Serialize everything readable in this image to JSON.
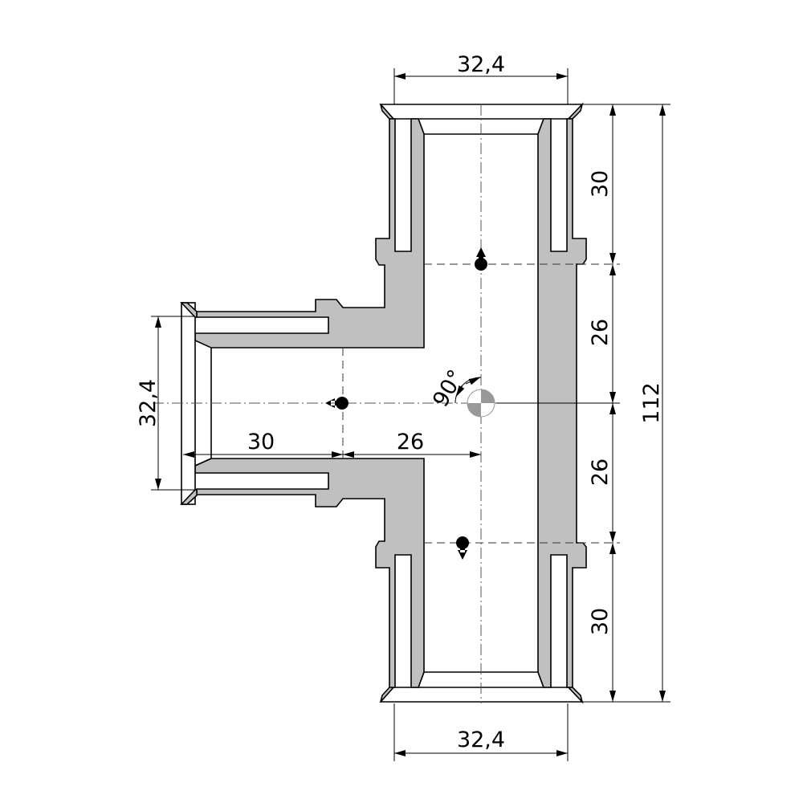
{
  "drawing": {
    "title": "Tee fitting section",
    "dimensions": {
      "top_width": "32,4",
      "bottom_width": "32,4",
      "branch_width": "32,4",
      "right_top": "30",
      "right_upper_mid": "26",
      "right_lower_mid": "26",
      "right_bottom": "30",
      "overall_height": "112",
      "branch_length": "30",
      "branch_to_center": "26",
      "angle": "90°"
    },
    "colors": {
      "section_fill": "#c0c0c0",
      "line": "#000000"
    }
  }
}
